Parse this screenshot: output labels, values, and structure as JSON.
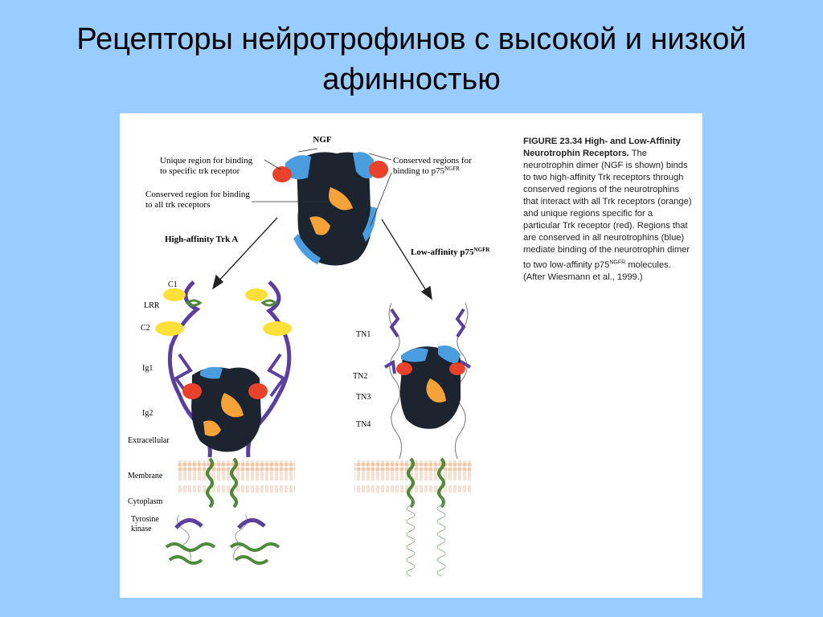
{
  "slide": {
    "title": "Рецепторы нейротрофинов с высокой и низкой афинностью"
  },
  "figure": {
    "ngf_label": "NGF",
    "unique_region_line1": "Unique region for binding",
    "unique_region_line2": "to specific trk receptor",
    "conserved_trk_line1": "Conserved region for binding",
    "conserved_trk_line2": "to all trk receptors",
    "conserved_p75_line1": "Conserved regions for",
    "conserved_p75_line2": "binding to p75",
    "p75_superscript": "NGFR",
    "high_affinity_label": "High-affinity Trk A",
    "low_affinity_label": "Low-affinity p75",
    "trk_domains": [
      "C1",
      "LRR",
      "C2",
      "Ig1",
      "Ig2"
    ],
    "p75_domains": [
      "TN1",
      "TN2",
      "TN3",
      "TN4"
    ],
    "layer_extracellular": "Extracellular",
    "layer_membrane": "Membrane",
    "layer_cytoplasm": "Cytoplasm",
    "kinase_line1": "Tyrosine",
    "kinase_line2": "kinase",
    "colors": {
      "specific_region": "#e8432a",
      "trk_conserved": "#f5a238",
      "neurotrophin_conserved": "#4a9ee0",
      "neurotrophin_core": "#1c2430",
      "receptor_ribbon": "#5b3f9e",
      "kinase_ribbon": "#4f8a3c",
      "cysteine_region": "#ffe03a",
      "membrane": "#f2c8a8"
    }
  },
  "caption": {
    "heading": "FIGURE 23.34 High- and Low-Affinity Neurotrophin Receptors.",
    "body_pre": "The neurotrophin dimer (NGF is shown) binds to two high-affinity Trk receptors through conserved regions of the neurotrophins that interact with all Trk receptors (orange) and unique regions specific for a particular Trk receptor (red). Regions that are conserved in all neurotrophins (blue) mediate binding of the neurotrophin dimer to two low-affinity p75",
    "body_sup": "NGFR",
    "body_post": " molecules. (After Wiesmann et al., 1999.)"
  }
}
